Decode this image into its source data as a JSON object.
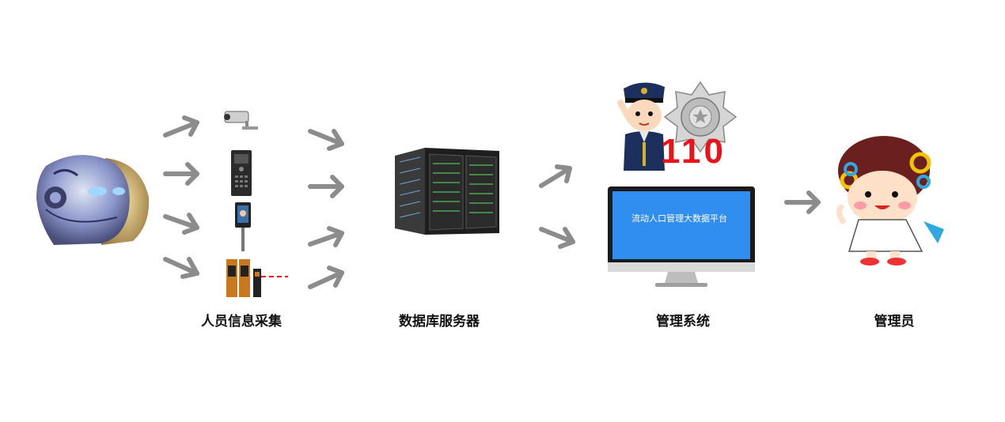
{
  "labels": {
    "collection": "人员信息采集",
    "database": "数据库服务器",
    "system": "管理系统",
    "admin": "管理员"
  },
  "monitor_screen_text": "流动人口管理大数据平台",
  "police_number": "110",
  "colors": {
    "arrow": "#8c8c8c",
    "screen_blue": "#2f8ef0",
    "alert_red": "#e8141a"
  },
  "icons": [
    "robot-head-icon",
    "cctv-camera-icon",
    "door-intercom-icon",
    "face-terminal-icon",
    "barrier-gate-icon",
    "server-rack-icon",
    "police-officer-icon",
    "police-badge-icon",
    "monitor-icon",
    "admin-cartoon-icon"
  ]
}
